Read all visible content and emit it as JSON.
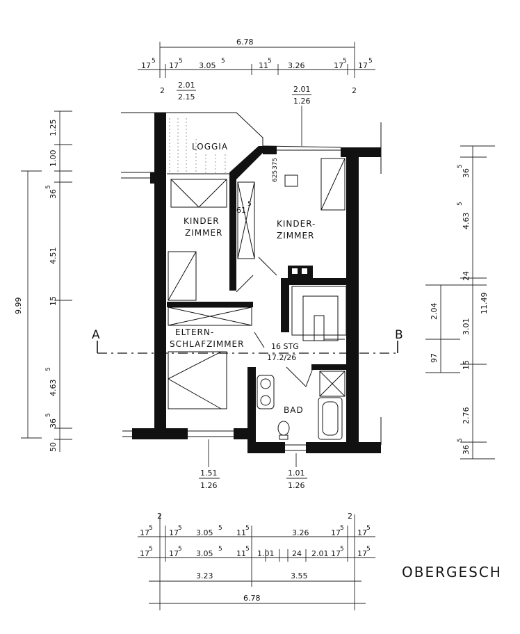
{
  "plan_title": "OBERGESCH",
  "section_marks": {
    "left": "A",
    "right": "B"
  },
  "rooms": {
    "loggia": "LOGGIA",
    "kinder_left": [
      "KINDER",
      "ZIMMER"
    ],
    "kinder_right": [
      "KINDER-",
      "ZIMMER"
    ],
    "eltern": [
      "ELTERN-",
      "SCHLAFZIMMER"
    ],
    "stair": [
      "16 STG",
      "17.2/26"
    ],
    "bad": "BAD"
  },
  "top_dims": {
    "total": "6.78",
    "segments": [
      "17",
      "5",
      "17",
      "5",
      "3.05",
      "5",
      "11",
      "5",
      "3.26",
      "17",
      "5",
      "17",
      "5"
    ],
    "two_left": "2",
    "two_right": "2",
    "window_left": [
      "2.01",
      "2.15"
    ],
    "window_right": [
      "2.01",
      "1.26"
    ]
  },
  "left_dims": {
    "total": "9.99",
    "items": [
      "1.25",
      "1.00",
      "36",
      "5",
      "4.51",
      "15",
      "4.63",
      "5",
      "36",
      "5",
      "50"
    ]
  },
  "right_dims": {
    "total": "11.49",
    "items": [
      "36",
      "5",
      "4.63",
      "5",
      "24",
      "2.04",
      "3.01",
      "97",
      "15",
      "2.76",
      "36",
      "5"
    ]
  },
  "inner_labels": {
    "d625": "625",
    "d375": "375",
    "d61": "61",
    "d5": "5"
  },
  "bottom_windows": {
    "left": [
      "1.51",
      "1.26"
    ],
    "right": [
      "1.01",
      "1.26"
    ]
  },
  "bottom_dims": {
    "row1": [
      "17",
      "5",
      "2",
      "17",
      "5",
      "3.05",
      "5",
      "11",
      "5",
      "3.26",
      "17",
      "5",
      "2",
      "17",
      "5"
    ],
    "row2": [
      "17",
      "5",
      "17",
      "5",
      "3.05",
      "5",
      "11",
      "5",
      "1.01",
      "24",
      "2.01",
      "17",
      "5",
      "17",
      "5"
    ],
    "row3": [
      "3.23",
      "3.55"
    ],
    "total": "6.78"
  }
}
